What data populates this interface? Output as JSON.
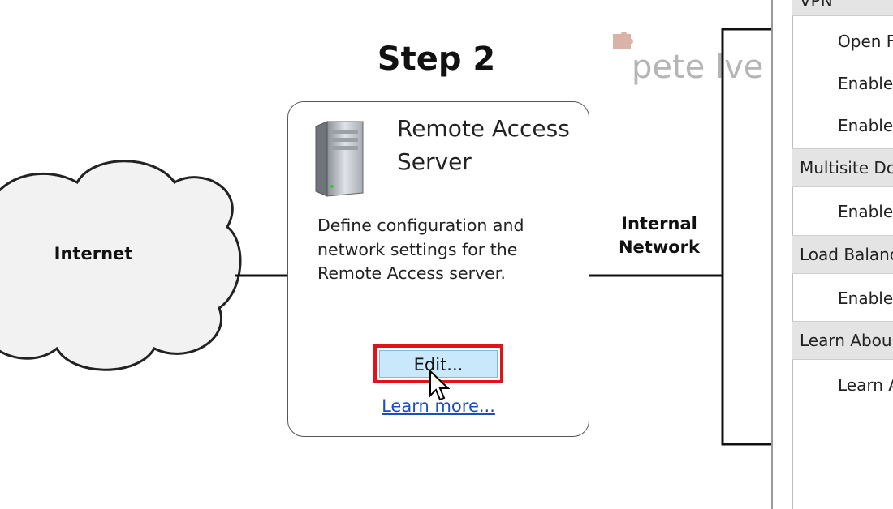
{
  "step_title": "Step 2",
  "internet_label": "Internet",
  "internal_network": {
    "line1": "Internal",
    "line2": "Network"
  },
  "card": {
    "title_line1": "Remote Access",
    "title_line2": "Server",
    "desc_line1": "Define configuration and",
    "desc_line2": "network settings for the",
    "desc_line3": "Remote Access server.",
    "edit_button": "Edit...",
    "learn_more": "Learn more..."
  },
  "watermark": "pete    lve",
  "tasks_panel": {
    "sections": [
      {
        "header": "VPN",
        "items": [
          "Open F",
          "Enable",
          "Enable"
        ]
      },
      {
        "header": "Multisite Dc",
        "items": [
          "Enable"
        ]
      },
      {
        "header": "Load Balanc",
        "items": [
          "Enable"
        ]
      },
      {
        "header": "Learn Abou",
        "items": [
          "Learn A"
        ]
      }
    ]
  },
  "colors": {
    "highlight": "#e0121b",
    "button_fill": "#c9e8fb",
    "link": "#1a4fc4"
  }
}
